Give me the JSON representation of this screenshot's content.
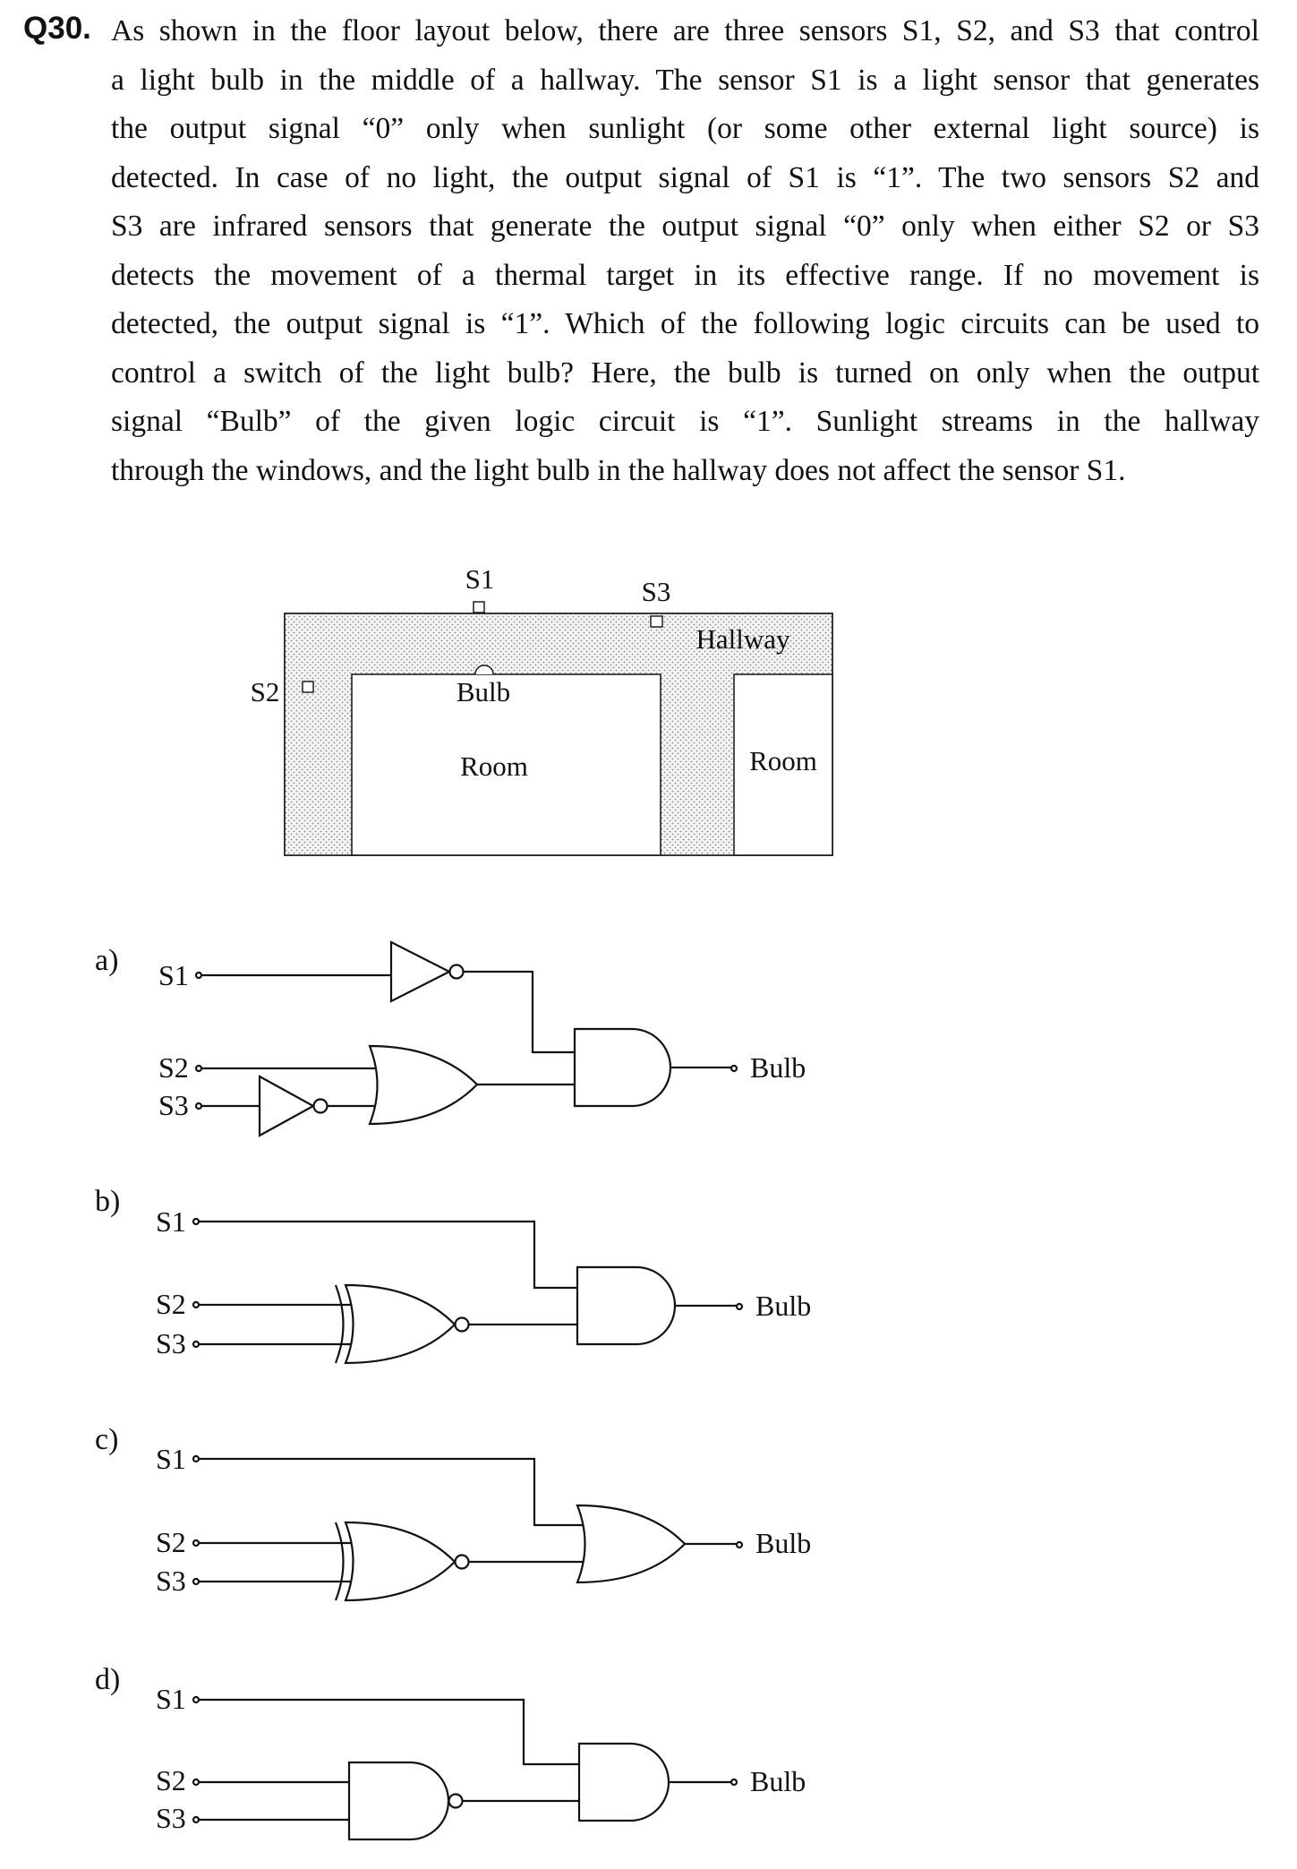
{
  "question": {
    "number": "Q30.",
    "lines": [
      "As shown in the floor layout below, there are three sensors S1, S2, and S3 that control",
      "a light bulb in the middle of a hallway.   The sensor S1 is a light sensor that generates",
      "the output signal “0” only when sunlight (or some other external light source) is",
      "detected.   In case of no light, the output signal of S1 is “1”.   The two sensors S2 and",
      "S3 are infrared sensors that generate the output signal “0” only when either S2 or S3",
      "detects the movement of a thermal target in its effective range.   If no movement is",
      "detected, the output signal is “1”.   Which of the following logic circuits can be used to",
      "control a switch of the light bulb?   Here, the bulb is turned on only when the output",
      "signal “Bulb” of the given logic circuit is “1”.   Sunlight streams in the hallway",
      "through the windows, and the light bulb in the hallway does not affect the sensor S1."
    ]
  },
  "floor_plan": {
    "sensor_s1": "S1",
    "sensor_s2": "S2",
    "sensor_s3": "S3",
    "hallway": "Hallway",
    "bulb": "Bulb",
    "room_left": "Room",
    "room_right": "Room"
  },
  "options": [
    {
      "label": "a)",
      "in1": "S1",
      "in2": "S2",
      "in3": "S3",
      "out": "Bulb"
    },
    {
      "label": "b)",
      "in1": "S1",
      "in2": "S2",
      "in3": "S3",
      "out": "Bulb"
    },
    {
      "label": "c)",
      "in1": "S1",
      "in2": "S2",
      "in3": "S3",
      "out": "Bulb"
    },
    {
      "label": "d)",
      "in1": "S1",
      "in2": "S2",
      "in3": "S3",
      "out": "Bulb"
    }
  ]
}
